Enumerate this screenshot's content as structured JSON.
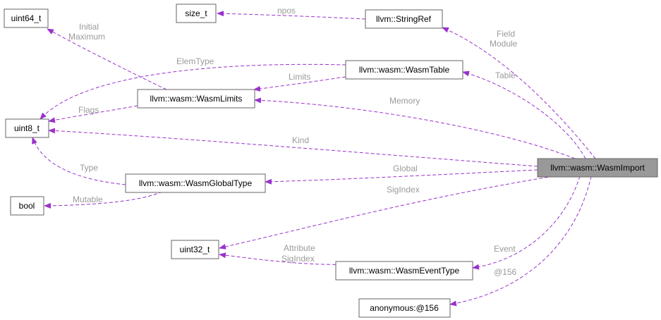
{
  "nodes": {
    "uint64_t": "uint64_t",
    "size_t": "size_t",
    "StringRef": "llvm::StringRef",
    "WasmTable": "llvm::wasm::WasmTable",
    "WasmLimits": "llvm::wasm::WasmLimits",
    "uint8_t": "uint8_t",
    "WasmImport": "llvm::wasm::WasmImport",
    "WasmGlobalType": "llvm::wasm::WasmGlobalType",
    "bool": "bool",
    "uint32_t": "uint32_t",
    "WasmEventType": "llvm::wasm::WasmEventType",
    "anonymous": "anonymous:@156"
  },
  "edge_labels": {
    "npos": "npos",
    "initial": "Initial",
    "maximum": "Maximum",
    "field": "Field",
    "module": "Module",
    "elemtype": "ElemType",
    "limits": "Limits",
    "table": "Table",
    "memory": "Memory",
    "flags": "Flags",
    "kind": "Kind",
    "type": "Type",
    "global": "Global",
    "mutable": "Mutable",
    "sigindex": "SigIndex",
    "attribute": "Attribute",
    "attr_sigindex": "SigIndex",
    "event": "Event",
    "at156": "@156"
  },
  "colors": {
    "edge": "#9a32cd",
    "label": "#9a9a9a",
    "focus_fill": "#999999"
  }
}
